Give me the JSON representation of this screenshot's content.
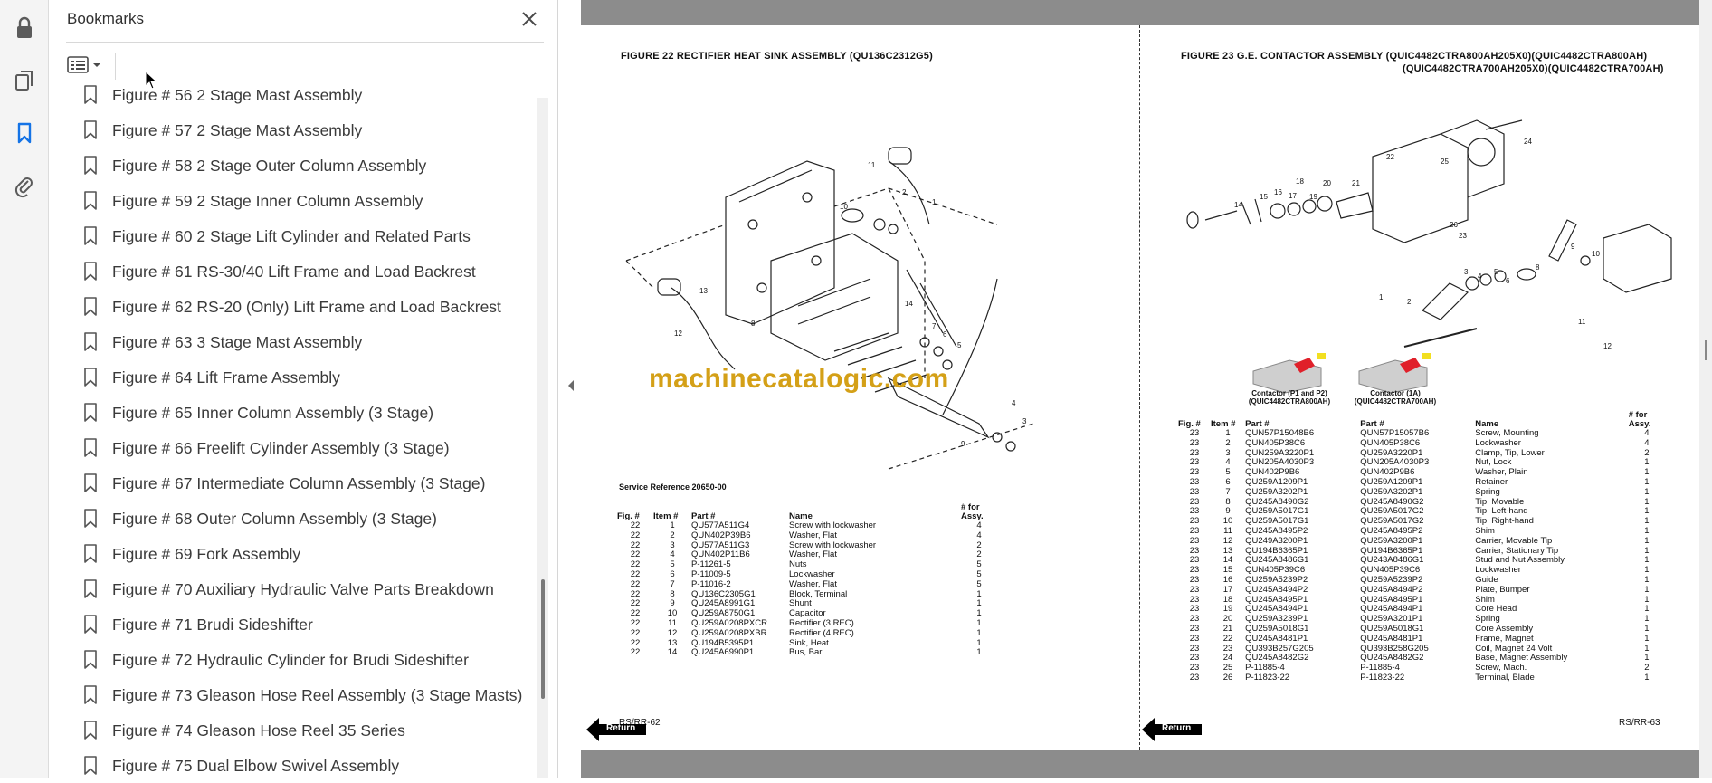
{
  "rail": {
    "tools": [
      {
        "name": "lock-icon"
      },
      {
        "name": "pages-icon"
      },
      {
        "name": "bookmark-icon"
      },
      {
        "name": "attachment-icon"
      }
    ],
    "active_color": "#1473e6"
  },
  "panel": {
    "title": "Bookmarks",
    "close_icon": "close-icon",
    "options_icon": "list-options-icon",
    "bookmarks": [
      {
        "label": "Figure # 56 2 Stage Mast Assembly"
      },
      {
        "label": "Figure # 57 2 Stage Mast Assembly"
      },
      {
        "label": "Figure # 58 2 Stage Outer Column Assembly"
      },
      {
        "label": "Figure # 59 2 Stage Inner Column Assembly"
      },
      {
        "label": "Figure # 60 2 Stage Lift Cylinder and Related Parts"
      },
      {
        "label": "Figure # 61 RS-30/40 Lift Frame and Load Backrest"
      },
      {
        "label": "Figure # 62 RS-20 (Only) Lift Frame and Load Backrest"
      },
      {
        "label": "Figure # 63 3 Stage Mast Assembly"
      },
      {
        "label": "Figure # 64 Lift Frame Assembly"
      },
      {
        "label": "Figure # 65 Inner Column Assembly (3 Stage)"
      },
      {
        "label": "Figure # 66 Freelift Cylinder Assembly (3 Stage)"
      },
      {
        "label": "Figure # 67 Intermediate Column Assembly (3 Stage)"
      },
      {
        "label": "Figure # 68 Outer Column Assembly (3 Stage)"
      },
      {
        "label": "Figure # 69 Fork Assembly"
      },
      {
        "label": "Figure # 70 Auxiliary Hydraulic Valve Parts Breakdown"
      },
      {
        "label": "Figure # 71 Brudi Sideshifter"
      },
      {
        "label": "Figure # 72 Hydraulic Cylinder for Brudi Sideshifter"
      },
      {
        "label": "Figure # 73 Gleason Hose Reel Assembly (3 Stage Masts)"
      },
      {
        "label": "Figure # 74 Gleason Hose Reel 35 Series"
      },
      {
        "label": "Figure # 75 Dual Elbow Swivel Assembly"
      }
    ]
  },
  "document": {
    "watermark": "machinecatalogic.com",
    "left_page": {
      "figure_title": "FIGURE 22  RECTIFIER HEAT SINK ASSEMBLY (QU136C2312G5)",
      "service_ref": "Service Reference 20650-00",
      "headers": {
        "fig": "Fig. #",
        "item": "Item #",
        "part": "Part #",
        "name": "Name",
        "qty": "# for Assy."
      },
      "rows": [
        [
          "22",
          "1",
          "QU577A511G4",
          "Screw with lockwasher",
          "4"
        ],
        [
          "22",
          "2",
          "QUN402P39B6",
          "Washer, Flat",
          "4"
        ],
        [
          "22",
          "3",
          "QU577A511G3",
          "Screw with lockwasher",
          "2"
        ],
        [
          "22",
          "4",
          "QUN402P11B6",
          "Washer, Flat",
          "2"
        ],
        [
          "22",
          "5",
          "P-11261-5",
          "Nuts",
          "5"
        ],
        [
          "22",
          "6",
          "P-11009-5",
          "Lockwasher",
          "5"
        ],
        [
          "22",
          "7",
          "P-11016-2",
          "Washer, Flat",
          "5"
        ],
        [
          "22",
          "8",
          "QU136C2305G1",
          "Block, Terminal",
          "1"
        ],
        [
          "22",
          "9",
          "QU245A8991G1",
          "Shunt",
          "1"
        ],
        [
          "22",
          "10",
          "QU259A8750G1",
          "Capacitor",
          "1"
        ],
        [
          "22",
          "11",
          "QU259A0208PXCR",
          "Rectifier (3 REC)",
          "1"
        ],
        [
          "22",
          "12",
          "QU259A0208PXBR",
          "Rectifier (4 REC)",
          "1"
        ],
        [
          "22",
          "13",
          "QU194B5395P1",
          "Sink, Heat",
          "1"
        ],
        [
          "22",
          "14",
          "QU245A6990P1",
          "Bus, Bar",
          "1"
        ]
      ],
      "page_code": "RS/RR-62",
      "return_label": "Return",
      "callouts": [
        "1",
        "2",
        "3",
        "4",
        "5",
        "6",
        "7",
        "8",
        "9",
        "10",
        "11",
        "12",
        "13",
        "14"
      ]
    },
    "right_page": {
      "figure_title_line1": "FIGURE 23  G.E. CONTACTOR ASSEMBLY (QUIC4482CTRA800AH205X0)(QUIC4482CTRA800AH)",
      "figure_title_line2": "(QUIC4482CTRA700AH205X0)(QUIC4482CTRA700AH)",
      "contactor_labels": [
        {
          "line1": "Contactor (P1 and P2)",
          "line2": "(QUIC4482CTRA800AH)"
        },
        {
          "line1": "Contactor (1A)",
          "line2": "(QUIC4482CTRA700AH)"
        }
      ],
      "headers": {
        "fig": "Fig. #",
        "item": "Item #",
        "part1": "Part #",
        "part2": "Part #",
        "name": "Name",
        "qty": "# for Assy."
      },
      "rows": [
        [
          "23",
          "1",
          "QUN57P15048B6",
          "QUN57P15057B6",
          "Screw, Mounting",
          "4"
        ],
        [
          "23",
          "2",
          "QUN405P38C6",
          "QUN405P38C6",
          "Lockwasher",
          "4"
        ],
        [
          "23",
          "3",
          "QUN259A3220P1",
          "QU259A3220P1",
          "Clamp, Tip, Lower",
          "2"
        ],
        [
          "23",
          "4",
          "QUN205A4030P3",
          "QUN205A4030P3",
          "Nut, Lock",
          "1"
        ],
        [
          "23",
          "5",
          "QUN402P9B6",
          "QUN402P9B6",
          "Washer, Plain",
          "1"
        ],
        [
          "23",
          "6",
          "QU259A1209P1",
          "QU259A1209P1",
          "Retainer",
          "1"
        ],
        [
          "23",
          "7",
          "QU259A3202P1",
          "QU259A3202P1",
          "Spring",
          "1"
        ],
        [
          "23",
          "8",
          "QU245A8490G2",
          "QU245A8490G2",
          "Tip, Movable",
          "1"
        ],
        [
          "23",
          "9",
          "QU259A5017G1",
          "QU259A5017G2",
          "Tip, Left-hand",
          "1"
        ],
        [
          "23",
          "10",
          "QU259A5017G1",
          "QU259A5017G2",
          "Tip, Right-hand",
          "1"
        ],
        [
          "23",
          "11",
          "QU245A8495P2",
          "QU245A8495P2",
          "Shim",
          "1"
        ],
        [
          "23",
          "12",
          "QU249A3200P1",
          "QU259A3200P1",
          "Carrier, Movable Tip",
          "1"
        ],
        [
          "23",
          "13",
          "QU194B6365P1",
          "QU194B6365P1",
          "Carrier, Stationary Tip",
          "1"
        ],
        [
          "23",
          "14",
          "QU245A8486G1",
          "QU243A8486G1",
          "Stud and Nut Assembly",
          "1"
        ],
        [
          "23",
          "15",
          "QUN405P39C6",
          "QUN405P39C6",
          "Lockwasher",
          "1"
        ],
        [
          "23",
          "16",
          "QU259A5239P2",
          "QU259A5239P2",
          "Guide",
          "1"
        ],
        [
          "23",
          "17",
          "QU245A8494P2",
          "QU245A8494P2",
          "Plate, Bumper",
          "1"
        ],
        [
          "23",
          "18",
          "QU245A8495P1",
          "QU245A8495P1",
          "Shim",
          "1"
        ],
        [
          "23",
          "19",
          "QU245A8494P1",
          "QU245A8494P1",
          "Core Head",
          "1"
        ],
        [
          "23",
          "20",
          "QU259A3239P1",
          "QU259A3201P1",
          "Spring",
          "1"
        ],
        [
          "23",
          "21",
          "QU259A5018G1",
          "QU259A5018G1",
          "Core Assembly",
          "1"
        ],
        [
          "23",
          "22",
          "QU245A8481P1",
          "QU245A8481P1",
          "Frame, Magnet",
          "1"
        ],
        [
          "23",
          "23",
          "QU393B257G205",
          "QU393B258G205",
          "Coil, Magnet 24 Volt",
          "1"
        ],
        [
          "23",
          "24",
          "QU245A8482G2",
          "QU245A8482G2",
          "Base, Magnet Assembly",
          "1"
        ],
        [
          "23",
          "25",
          "P-11885-4",
          "P-11885-4",
          "Screw, Mach.",
          "2"
        ],
        [
          "23",
          "26",
          "P-11823-22",
          "P-11823-22",
          "Terminal, Blade",
          "1"
        ]
      ],
      "page_code": "RS/RR-63",
      "return_label": "Return",
      "callouts": [
        "1",
        "2",
        "3",
        "4",
        "5",
        "6",
        "7",
        "8",
        "9",
        "10",
        "11",
        "12",
        "14",
        "15",
        "16",
        "17",
        "18",
        "19",
        "20",
        "21",
        "22",
        "23",
        "24",
        "25",
        "26"
      ]
    }
  }
}
